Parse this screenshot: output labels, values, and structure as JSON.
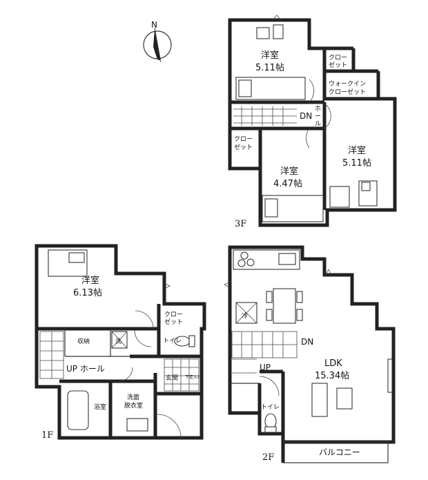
{
  "compass": {
    "north_label": "N"
  },
  "floors": {
    "f3": {
      "label": "3F",
      "rooms": {
        "room_a_name": "洋室",
        "room_a_size": "5.11帖",
        "closet_a": [
          "クロー",
          "ゼット"
        ],
        "walkin": [
          "ウォークイン",
          "クローゼット"
        ],
        "dn": "DN",
        "hall": [
          "ホ",
          "ー",
          "ル"
        ],
        "closet_b": [
          "クロー",
          "ゼット"
        ],
        "room_b_name": "洋室",
        "room_b_size": "4.47帖",
        "room_c_name": "洋室",
        "room_c_size": "5.11帖"
      }
    },
    "f2": {
      "label": "2F",
      "rooms": {
        "ldk_name": "LDK",
        "ldk_size": "15.34帖",
        "dn": "DN",
        "up": "UP",
        "toilet": "トイレ",
        "balcony": "バルコニー",
        "fridge": "冷"
      }
    },
    "f1": {
      "label": "1F",
      "rooms": {
        "room_name": "洋室",
        "room_size": "6.13帖",
        "closet": [
          "クロー",
          "ゼット"
        ],
        "storage": "収納",
        "laundry": "洗",
        "toilet": "トイレ",
        "up_hall": "UP ホール",
        "entrance": "玄関",
        "shoe": "下足入れ",
        "bath": "浴室",
        "washroom": [
          "洗面",
          "脱衣室"
        ]
      }
    }
  }
}
